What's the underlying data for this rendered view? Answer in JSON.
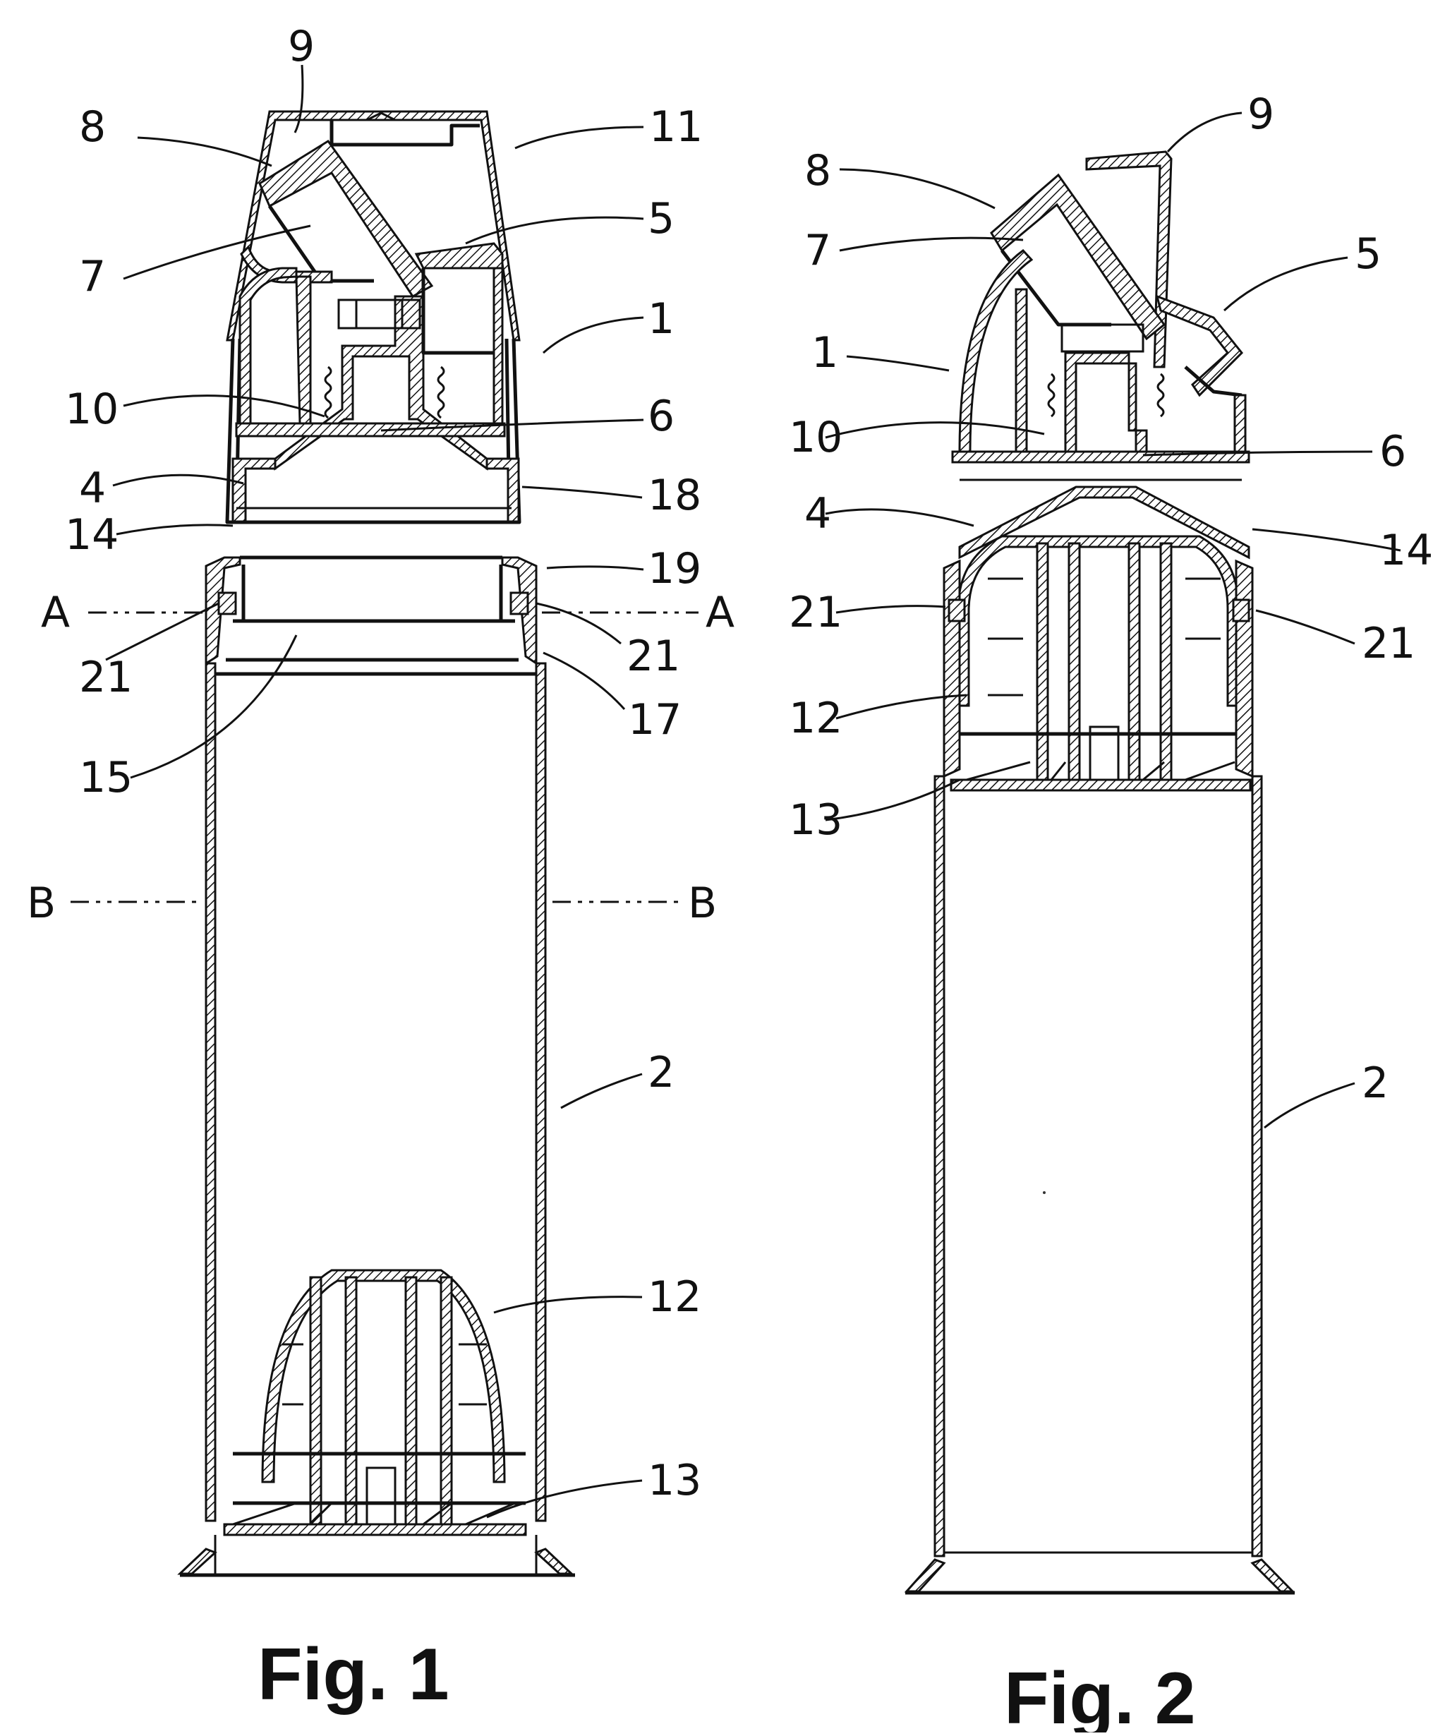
{
  "figures": [
    {
      "caption": "Fig. 1",
      "labels": [
        "9",
        "8",
        "11",
        "5",
        "7",
        "1",
        "10",
        "6",
        "4",
        "18",
        "14",
        "19",
        "A",
        "A",
        "21",
        "21",
        "17",
        "15",
        "B",
        "B",
        "2",
        "12",
        "13"
      ]
    },
    {
      "caption": "Fig. 2",
      "labels": [
        "9",
        "8",
        "7",
        "5",
        "1",
        "10",
        "6",
        "4",
        "14",
        "21",
        "21",
        "12",
        "13",
        "2"
      ]
    }
  ]
}
